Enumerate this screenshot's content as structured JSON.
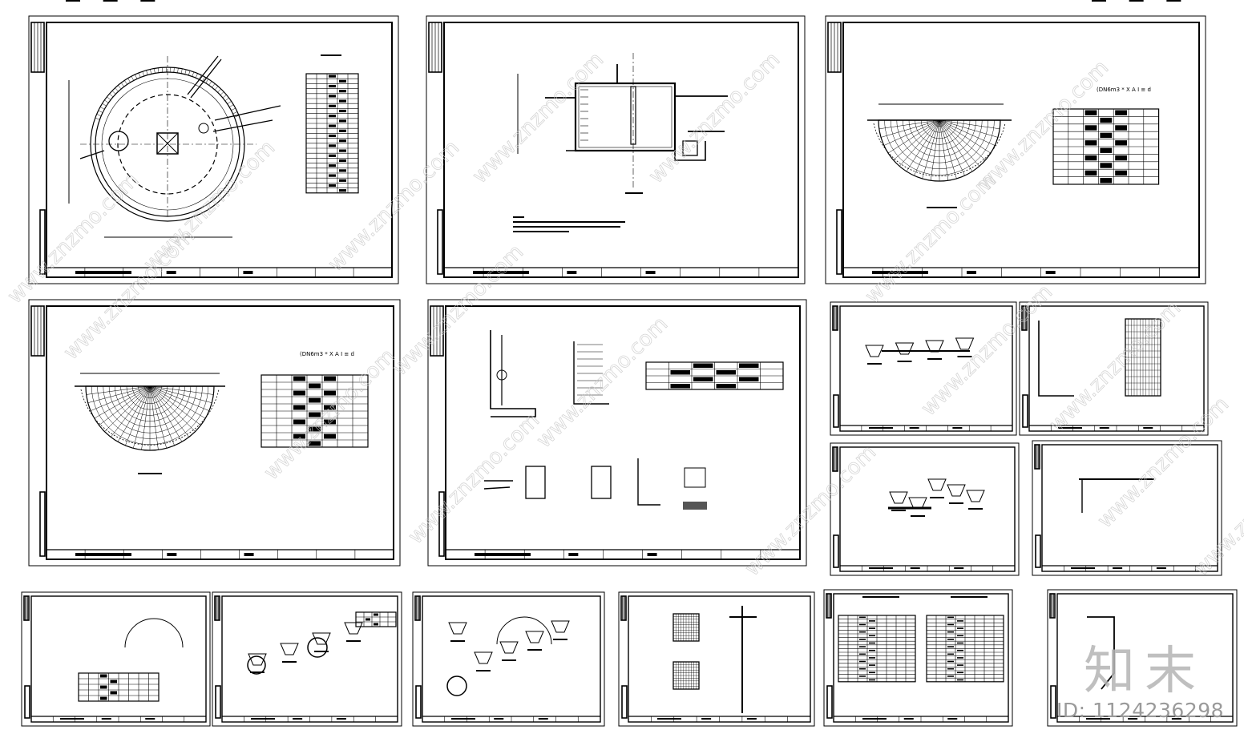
{
  "watermark": {
    "site": "www.znzmo.com",
    "brand": "知末",
    "id_label": "ID: 1124236298"
  },
  "sheets": [
    {
      "name": "sheet-tank-plan",
      "kind": "circle-plan"
    },
    {
      "name": "sheet-tank-section",
      "kind": "section"
    },
    {
      "name": "sheet-top-slab-reinforcement",
      "kind": "half-circle",
      "note": "(DN6m3 * X A I ≡ d"
    },
    {
      "name": "sheet-bottom-slab-reinforcement",
      "kind": "half-circle",
      "note": "(DN6m3 * X A I ≡ d"
    },
    {
      "name": "sheet-wall-details",
      "kind": "details"
    },
    {
      "name": "sheet-detail-small-1",
      "kind": "small-details"
    },
    {
      "name": "sheet-detail-small-2",
      "kind": "grid-detail"
    },
    {
      "name": "sheet-detail-small-3",
      "kind": "small-details"
    },
    {
      "name": "sheet-detail-small-4",
      "kind": "small-details"
    },
    {
      "name": "sheet-bottom-1",
      "kind": "mixed"
    },
    {
      "name": "sheet-bottom-2",
      "kind": "mixed"
    },
    {
      "name": "sheet-bottom-3",
      "kind": "mixed"
    },
    {
      "name": "sheet-bottom-4",
      "kind": "grid-detail"
    },
    {
      "name": "sheet-bottom-5",
      "kind": "tables"
    },
    {
      "name": "sheet-bottom-6",
      "kind": "small-details"
    }
  ],
  "colors": {
    "line": "#000000",
    "paper": "#ffffff",
    "watermark": "#c8c8c8"
  }
}
